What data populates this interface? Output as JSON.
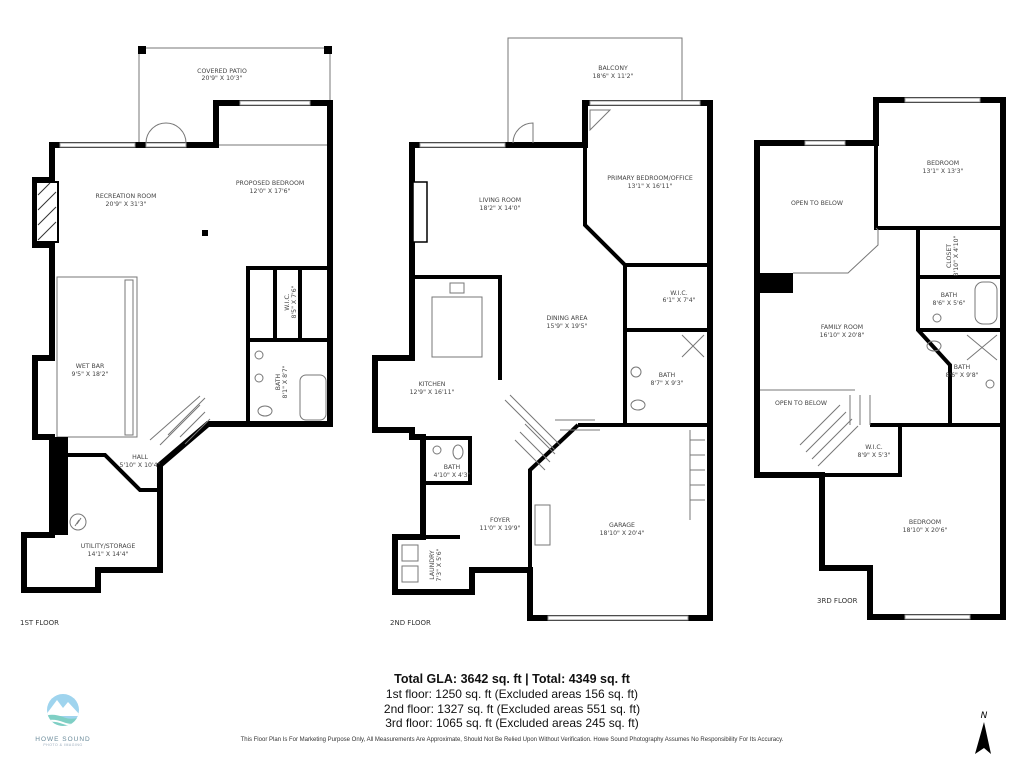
{
  "floors": {
    "first": {
      "label": "1ST FLOOR",
      "rooms": [
        {
          "name": "COVERED PATIO",
          "dims": "20'9\" X 10'3\""
        },
        {
          "name": "RECREATION ROOM",
          "dims": "20'9\" X 31'3\""
        },
        {
          "name": "PROPOSED BEDROOM",
          "dims": "12'0\" X 17'6\""
        },
        {
          "name": "W.I.C.",
          "dims": "8'5\" X 7'6\""
        },
        {
          "name": "WET BAR",
          "dims": "9'5\" X 18'2\""
        },
        {
          "name": "BATH",
          "dims": "8'1\" X 8'7\""
        },
        {
          "name": "HALL",
          "dims": "5'10\" X 10'4\""
        },
        {
          "name": "UTILITY/STORAGE",
          "dims": "14'1\" X 14'4\""
        }
      ]
    },
    "second": {
      "label": "2ND FLOOR",
      "rooms": [
        {
          "name": "BALCONY",
          "dims": "18'6\" X 11'2\""
        },
        {
          "name": "LIVING ROOM",
          "dims": "18'2\" X 14'0\""
        },
        {
          "name": "PRIMARY BEDROOM/OFFICE",
          "dims": "13'1\" X 16'11\""
        },
        {
          "name": "DINING AREA",
          "dims": "15'9\" X 19'5\""
        },
        {
          "name": "W.I.C.",
          "dims": "6'1\" X 7'4\""
        },
        {
          "name": "KITCHEN",
          "dims": "12'9\" X 16'11\""
        },
        {
          "name": "BATH",
          "dims": "8'7\" X 9'3\""
        },
        {
          "name": "BATH",
          "dims": "4'10\" X 4'3\""
        },
        {
          "name": "FOYER",
          "dims": "11'0\" X 19'9\""
        },
        {
          "name": "GARAGE",
          "dims": "18'10\" X 20'4\""
        },
        {
          "name": "LAUNDRY",
          "dims": "7'3\" X 5'6\""
        }
      ]
    },
    "third": {
      "label": "3RD FLOOR",
      "rooms": [
        {
          "name": "BEDROOM",
          "dims": "13'1\" X 13'3\""
        },
        {
          "name": "OPEN TO BELOW",
          "dims": ""
        },
        {
          "name": "CLOSET",
          "dims": "8'10\" X 4'10\""
        },
        {
          "name": "BATH",
          "dims": "8'6\" X 5'6\""
        },
        {
          "name": "FAMILY ROOM",
          "dims": "16'10\" X 20'8\""
        },
        {
          "name": "BATH",
          "dims": "8'6\" X 9'8\""
        },
        {
          "name": "OPEN TO BELOW",
          "dims": ""
        },
        {
          "name": "W.I.C.",
          "dims": "8'9\" X 5'3\""
        },
        {
          "name": "BEDROOM",
          "dims": "18'10\" X 20'6\""
        }
      ]
    }
  },
  "summary": {
    "total": "Total GLA: 3642 sq. ft | Total: 4349 sq. ft",
    "lines": [
      "1st floor: 1250 sq. ft (Excluded areas 156 sq. ft)",
      "2nd floor: 1327 sq. ft (Excluded areas 551 sq. ft)",
      "3rd floor: 1065 sq. ft (Excluded areas 245 sq. ft)"
    ],
    "disclaimer": "This Floor Plan Is For Marketing Purpose Only, All Measurements Are Approximate, Should Not Be Relied Upon Without Verification. Howe Sound Photography Assumes No Responsibility For Its Accuracy."
  },
  "logo": {
    "name": "HOWE SOUND",
    "sub": "PHOTO & IMAGING",
    "colors": {
      "sky": "#8fcbe6",
      "water": "#7fcfc4"
    }
  },
  "compass": {
    "label": "N",
    "icon": "north-arrow-icon"
  }
}
